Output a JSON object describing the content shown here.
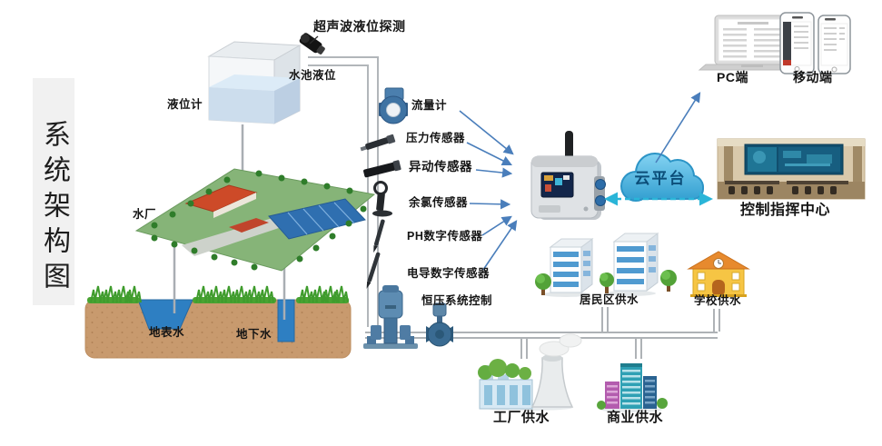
{
  "title": "系统架构图",
  "colors": {
    "arrow_blue": "#4a7ebb",
    "dashed_cyan": "#2ab5d8",
    "cloud_blue": "#3ea4d4",
    "water_blue": "#2e7fc2",
    "soil_brown": "#c89a6e",
    "grass_green": "#49a332",
    "sidebar_gray": "#f1f1f1"
  },
  "source_section": {
    "level_gauge_label": "液位计",
    "ultrasonic_label": "超声波液位探测",
    "pool_level_label": "水池液位",
    "plant_label": "水厂",
    "surface_water_label": "地表水",
    "ground_water_label": "地下水"
  },
  "sensors": [
    {
      "name": "flow-meter",
      "label": "流量计"
    },
    {
      "name": "pressure-sensor",
      "label": "压力传感器"
    },
    {
      "name": "motion-sensor",
      "label": "异动传感器"
    },
    {
      "name": "chlorine-sensor",
      "label": "余氯传感器"
    },
    {
      "name": "ph-sensor",
      "label": "PH数字传感器"
    },
    {
      "name": "conductivity-sensor",
      "label": "电导数字传感器"
    }
  ],
  "pressure_control_label": "恒压系统控制",
  "cloud_label": "云平台",
  "clients": {
    "pc": "PC端",
    "mobile": "移动端",
    "command_center": "控制指挥中心"
  },
  "consumers": {
    "residential": "居民区供水",
    "school": "学校供水",
    "factory": "工厂供水",
    "commercial": "商业供水"
  }
}
